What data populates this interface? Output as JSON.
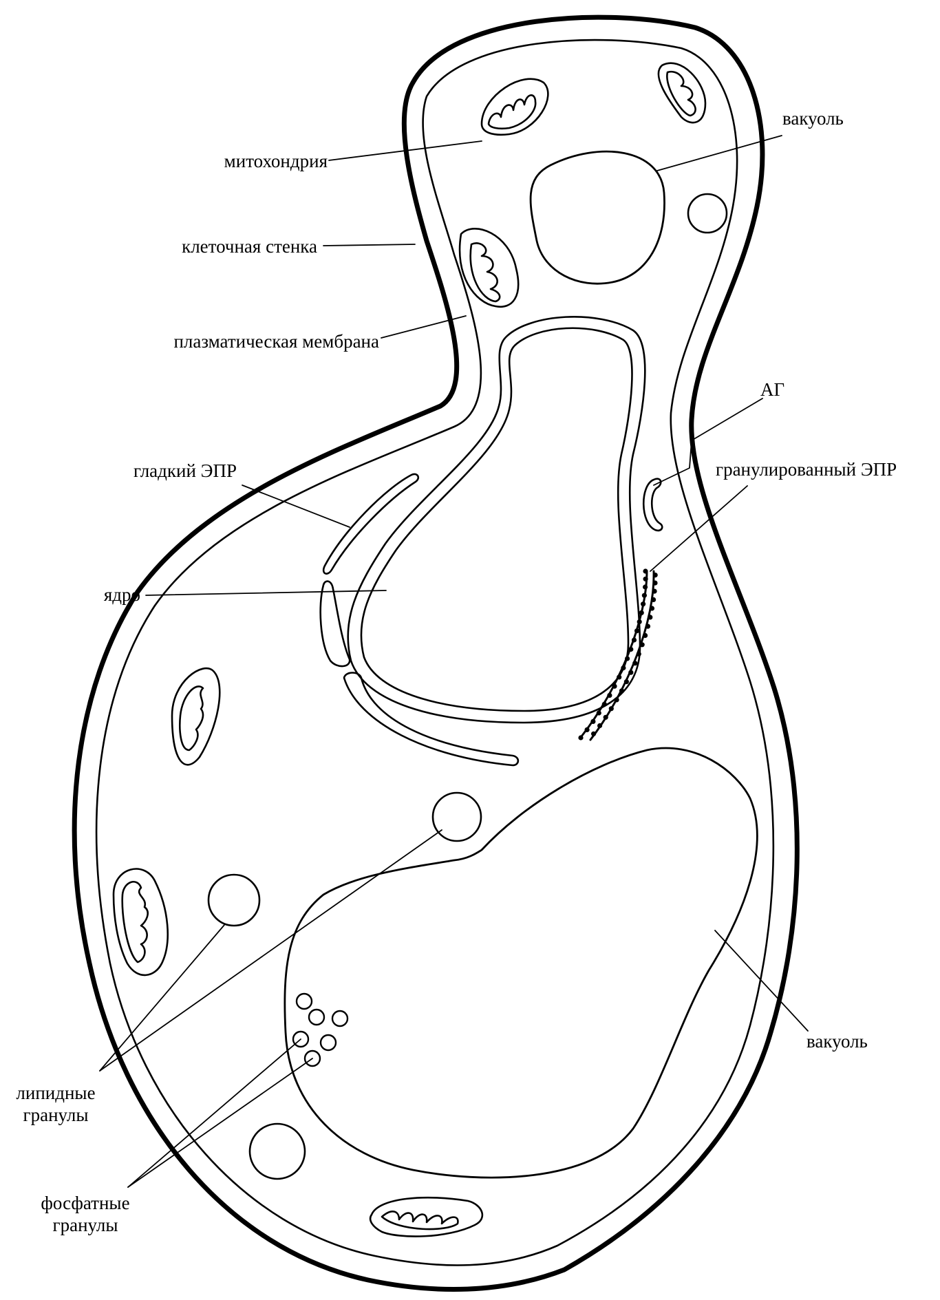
{
  "diagram": {
    "stroke_color": "#000000",
    "background_color": "#ffffff",
    "labels": {
      "mitochondria": "митохондрия",
      "vacuole_top": "вакуоль",
      "cell_wall": "клеточная стенка",
      "plasma_membrane": "плазматическая мембрана",
      "golgi": "АГ",
      "smooth_er": "гладкий ЭПР",
      "rough_er": "гранулированный ЭПР",
      "nucleus": "ядро",
      "vacuole_bottom": "вакуоль",
      "lipid_granules": [
        "липидные",
        "гранулы"
      ],
      "phosphate_granules": [
        "фосфатные",
        "гранулы"
      ]
    }
  }
}
